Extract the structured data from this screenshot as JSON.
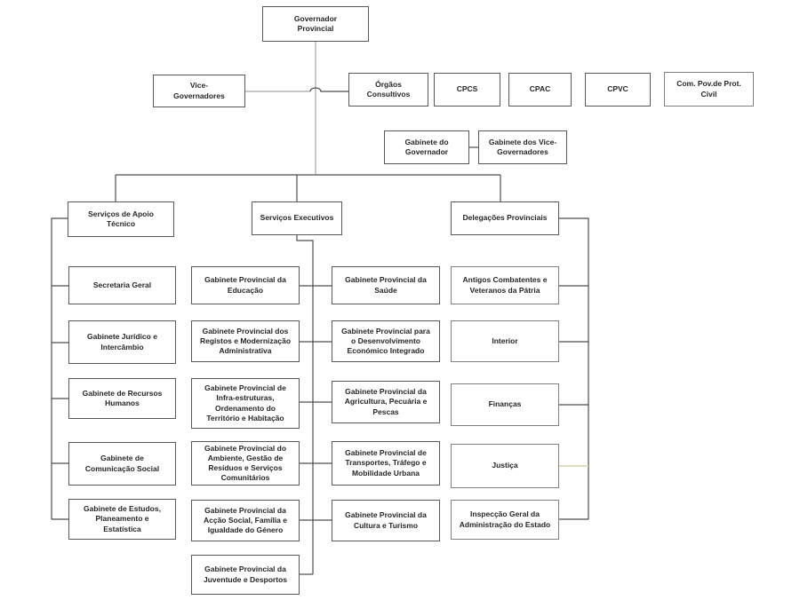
{
  "palette": {
    "background": "#ffffff",
    "text": "#262626",
    "box_border": "#595959",
    "box_border_light": "#808080",
    "connector": "#4d4d4d",
    "connector_trunk": "#a6a6a6",
    "connector_highlight": "#d9d2a4"
  },
  "nodes": {
    "governador": "Governador\nProvincial",
    "vice_governadores": "Vice-\nGovernadores",
    "orgaos_consultivos": "Órgãos\nConsultivos",
    "cpcs": "CPCS",
    "cpac": "CPAC",
    "cpvc": "CPVC",
    "com_pov_prot_civil": "Com. Pov.de Prot.\nCivil",
    "gabinete_governador": "Gabinete do\nGovernador",
    "gabinete_vice_governadores": "Gabinete dos Vice-\nGovernadores",
    "servicos_apoio_tecnico": "Serviços de Apoio\nTécnico",
    "servicos_executivos": "Serviços Executivos",
    "delegacoes_provinciais": "Delegações Provinciais",
    "secretaria_geral": "Secretaria Geral",
    "gabinete_juridico": "Gabinete Jurídico e\nIntercâmbio",
    "recursos_humanos": "Gabinete de Recursos\nHumanos",
    "comunicacao_social": "Gabinete de\nComunicação Social",
    "estudos_planeamento": "Gabinete de Estudos,\nPlaneamento e\nEstatística",
    "educacao": "Gabinete Provincial da\nEducação",
    "registos": "Gabinete Provincial dos\nRegistos e Modernização\nAdministrativa",
    "infra_estruturas": "Gabinete Provincial de\nInfra-estruturas,\nOrdenamento do\nTerritório e Habitação",
    "ambiente": "Gabinete Provincial do\nAmbiente, Gestão de\nResíduos e Serviços\nComunitários",
    "accao_social": "Gabinete Provincial da\nAcção Social, Família e\nIgualdade do Género",
    "juventude": "Gabinete Provincial  da\nJuventude e Desportos",
    "saude": "Gabinete Provincial da\nSaúde",
    "desenvolvimento": "Gabinete Provincial para\no Desenvolvimento\nEconómico Integrado",
    "agricultura": "Gabinete Provincial da\nAgricultura, Pecuária e\nPescas",
    "transportes": "Gabinete Provincial de\nTransportes, Tráfego e\nMobilidade Urbana",
    "cultura": "Gabinete Provincial da\nCultura e Turismo",
    "antigos_combatentes": "Antigos Combatentes e\nVeteranos da Pátria",
    "interior": "Interior",
    "financas": "Finanças",
    "justica": "Justiça",
    "inspeccao_geral": "Inspecção Geral da\nAdministração do Estado"
  },
  "hierarchy": {
    "governador": [
      "vice_governadores",
      "orgaos_consultivos",
      "servicos_apoio_tecnico",
      "servicos_executivos",
      "delegacoes_provinciais"
    ],
    "orgaos_consultivos_row": [
      "cpcs",
      "cpac",
      "cpvc",
      "com_pov_prot_civil"
    ],
    "gabinetes_row": [
      "gabinete_governador",
      "gabinete_vice_governadores"
    ],
    "servicos_apoio_tecnico": [
      "secretaria_geral",
      "gabinete_juridico",
      "recursos_humanos",
      "comunicacao_social",
      "estudos_planeamento"
    ],
    "servicos_executivos": [
      "educacao",
      "registos",
      "infra_estruturas",
      "ambiente",
      "accao_social",
      "juventude",
      "saude",
      "desenvolvimento",
      "agricultura",
      "transportes",
      "cultura"
    ],
    "delegacoes_provinciais": [
      "antigos_combatentes",
      "interior",
      "financas",
      "justica",
      "inspeccao_geral"
    ]
  }
}
